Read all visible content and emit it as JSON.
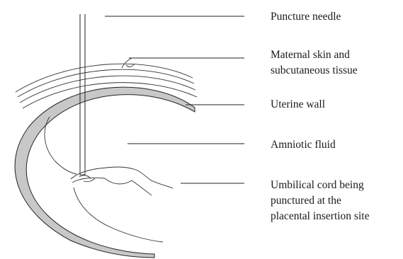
{
  "labels": {
    "needle": "Puncture needle",
    "skin_line1": "Maternal skin and",
    "skin_line2": "subcutaneous tissue",
    "uterine": "Uterine wall",
    "amniotic": "Amniotic fluid",
    "cord_line1": "Umbilical cord being",
    "cord_line2": "punctured at the",
    "cord_line3": "placental insertion site"
  },
  "colors": {
    "uterine_wall_fill": "#c8c8c8",
    "line": "#222222"
  }
}
